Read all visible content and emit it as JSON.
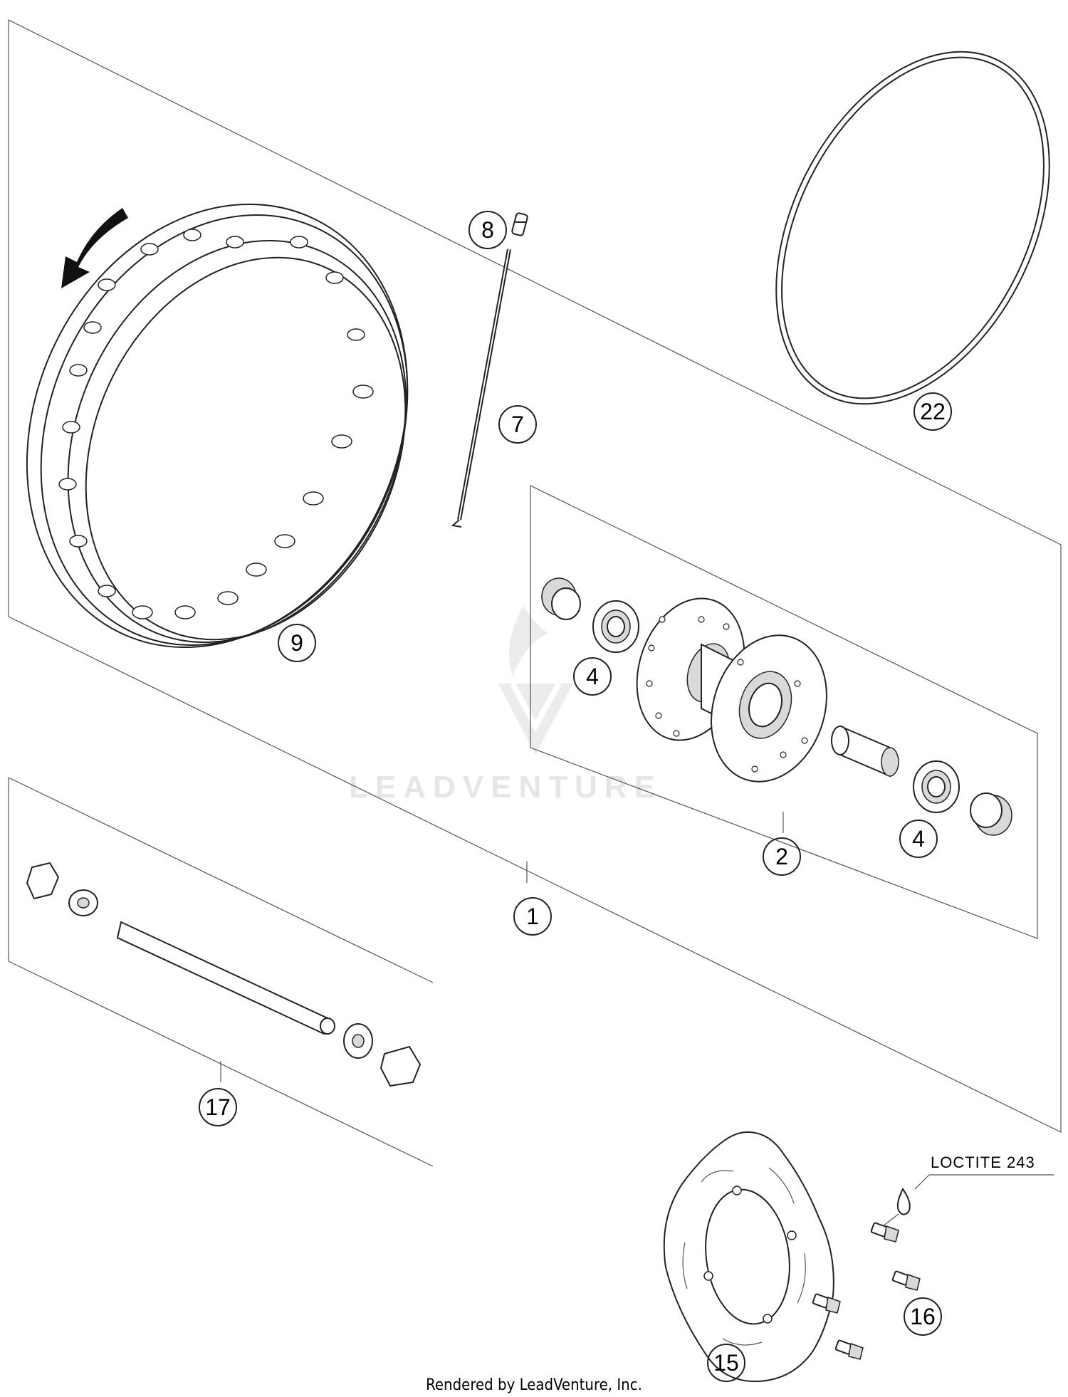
{
  "callouts": [
    {
      "id": "wheel",
      "label": "1"
    },
    {
      "id": "hub",
      "label": "2"
    },
    {
      "id": "bearing-left",
      "label": "4"
    },
    {
      "id": "bearing-right",
      "label": "4"
    },
    {
      "id": "spoke",
      "label": "7"
    },
    {
      "id": "nipple",
      "label": "8"
    },
    {
      "id": "rim",
      "label": "9"
    },
    {
      "id": "brake-disc",
      "label": "15"
    },
    {
      "id": "disc-screws",
      "label": "16"
    },
    {
      "id": "axle",
      "label": "17"
    },
    {
      "id": "rim-tape",
      "label": "22"
    }
  ],
  "note": {
    "loctite": "LOCTITE 243"
  },
  "watermark": {
    "text": "LEADVENTURE"
  },
  "footer": {
    "text": "Rendered by LeadVenture, Inc."
  }
}
